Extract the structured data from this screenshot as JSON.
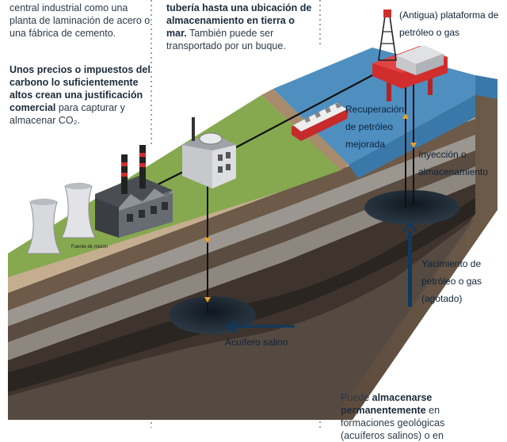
{
  "text_left_top": "central industrial como una planta de laminación de acero o una fábrica de cemento.",
  "text_left_mid_bold": "Unos precios o impuestos del carbono lo suficientemente altos crean una justificación comercial",
  "text_left_mid_rest": "para capturar y almacenar CO₂.",
  "text_center_top_bold": "tubería hasta una ubicación de almacenamiento en tierra o mar.",
  "text_center_top_rest": "También puede ser transportado por un buque.",
  "label_platform": "(Antigua) plataforma de petróleo o gas",
  "label_recovery": "Recuperación de petróleo mejorada",
  "label_injection": "Inyección o almacenamiento",
  "label_emission_source": "Fuente de misión",
  "label_reservoir": "Yacimiento de petróleo o gas (agotado)",
  "label_aquifer": "Acuífero salino",
  "text_bottom_prefix": "Puede ",
  "text_bottom_bold": "almacenarse permanentemente",
  "text_bottom_rest": " en formaciones geológicas (acuíferos salinos) o en",
  "colors": {
    "grass": "#7fa24a",
    "sea": "#4e8fc0",
    "soil_light": "#b89a78",
    "soil_dark": "#5b4a3c",
    "rock_grey": "#8a8a8a",
    "pipeline": "#111111",
    "arrow_accent": "#0f3a5e",
    "platform_red": "#d22d2d"
  }
}
